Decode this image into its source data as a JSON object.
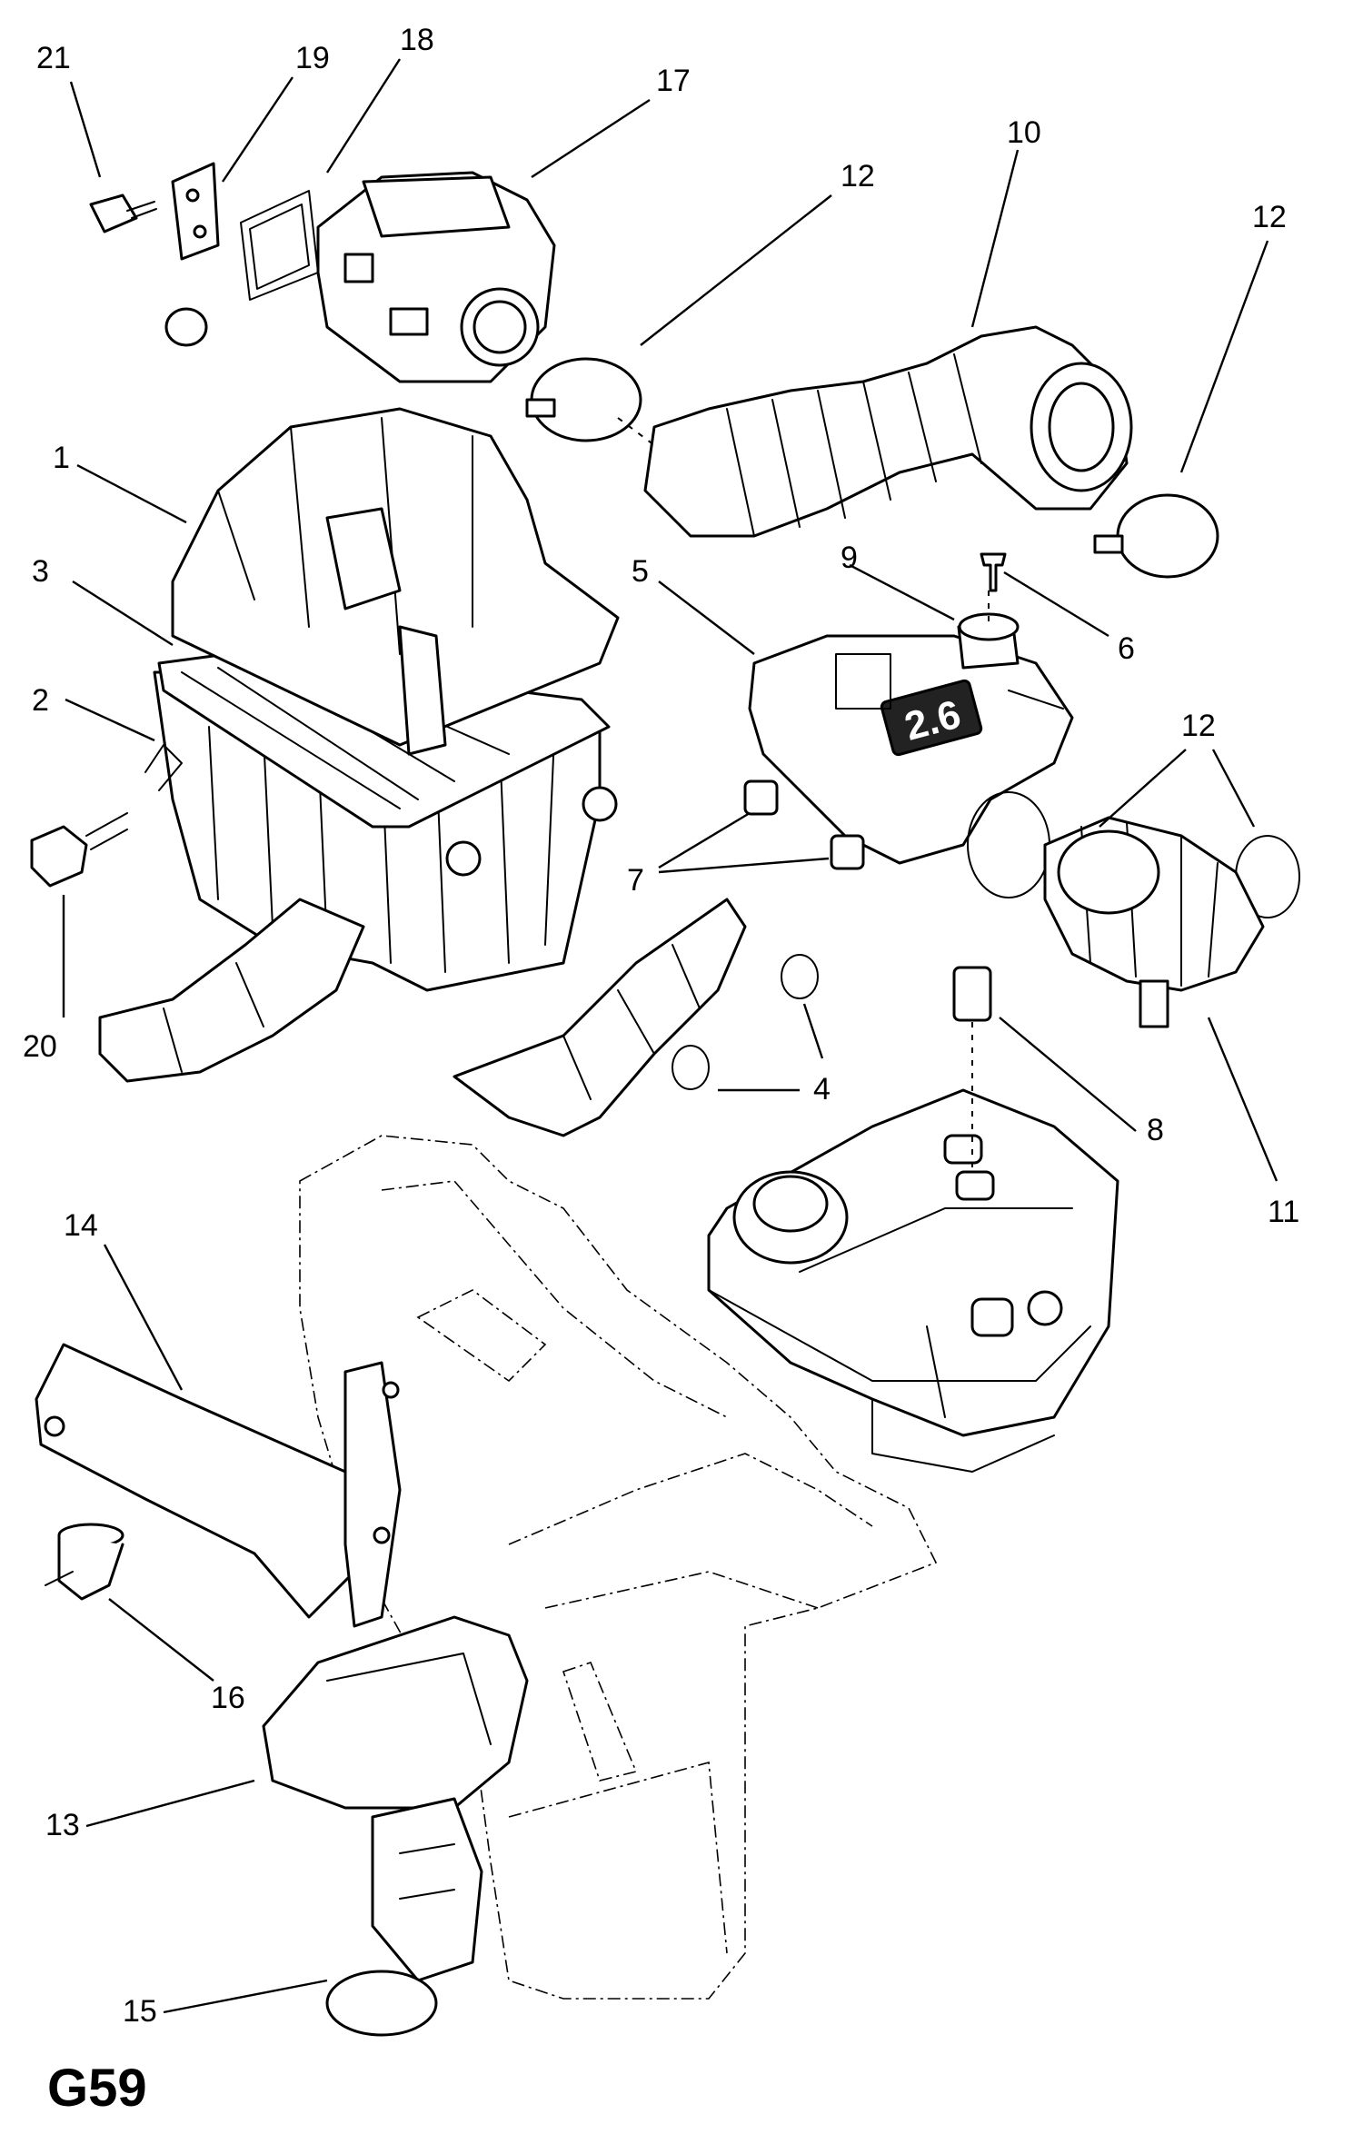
{
  "diagram": {
    "page_code": "G59",
    "duct_badge": "2.6",
    "callouts": [
      {
        "id": "c21",
        "label": "21"
      },
      {
        "id": "c19",
        "label": "19"
      },
      {
        "id": "c18",
        "label": "18"
      },
      {
        "id": "c17",
        "label": "17"
      },
      {
        "id": "c12a",
        "label": "12"
      },
      {
        "id": "c10",
        "label": "10"
      },
      {
        "id": "c12b",
        "label": "12"
      },
      {
        "id": "c1",
        "label": "1"
      },
      {
        "id": "c3",
        "label": "3"
      },
      {
        "id": "c2",
        "label": "2"
      },
      {
        "id": "c20",
        "label": "20"
      },
      {
        "id": "c5",
        "label": "5"
      },
      {
        "id": "c9",
        "label": "9"
      },
      {
        "id": "c6",
        "label": "6"
      },
      {
        "id": "c12c",
        "label": "12"
      },
      {
        "id": "c7",
        "label": "7"
      },
      {
        "id": "c4",
        "label": "4"
      },
      {
        "id": "c8",
        "label": "8"
      },
      {
        "id": "c11",
        "label": "11"
      },
      {
        "id": "c14",
        "label": "14"
      },
      {
        "id": "c16",
        "label": "16"
      },
      {
        "id": "c13",
        "label": "13"
      },
      {
        "id": "c15",
        "label": "15"
      }
    ]
  }
}
